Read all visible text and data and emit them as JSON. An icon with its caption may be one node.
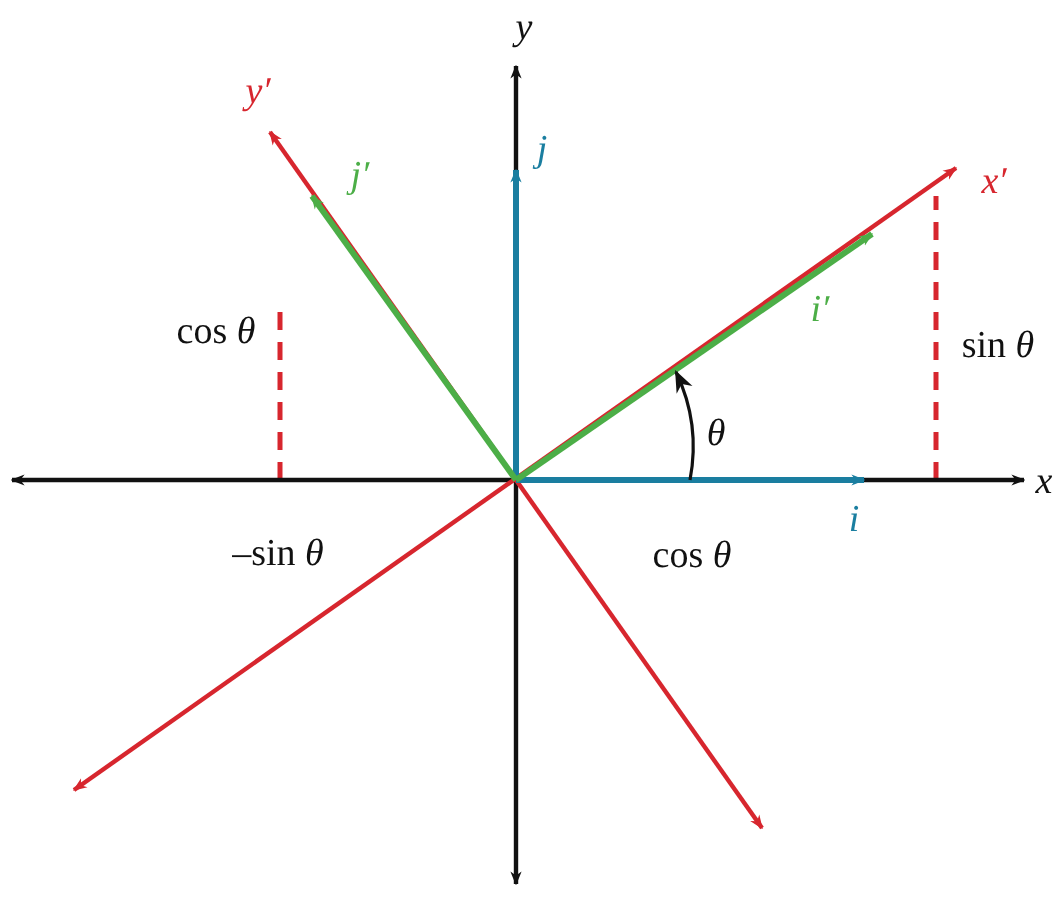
{
  "diagram": {
    "labels": [
      "y",
      "y′",
      "j′",
      "j",
      "x′",
      "i′",
      "cos *θ*",
      "sin *θ*",
      "θ",
      "x",
      "i",
      "–sin *θ*",
      "cos *θ*"
    ]
  }
}
